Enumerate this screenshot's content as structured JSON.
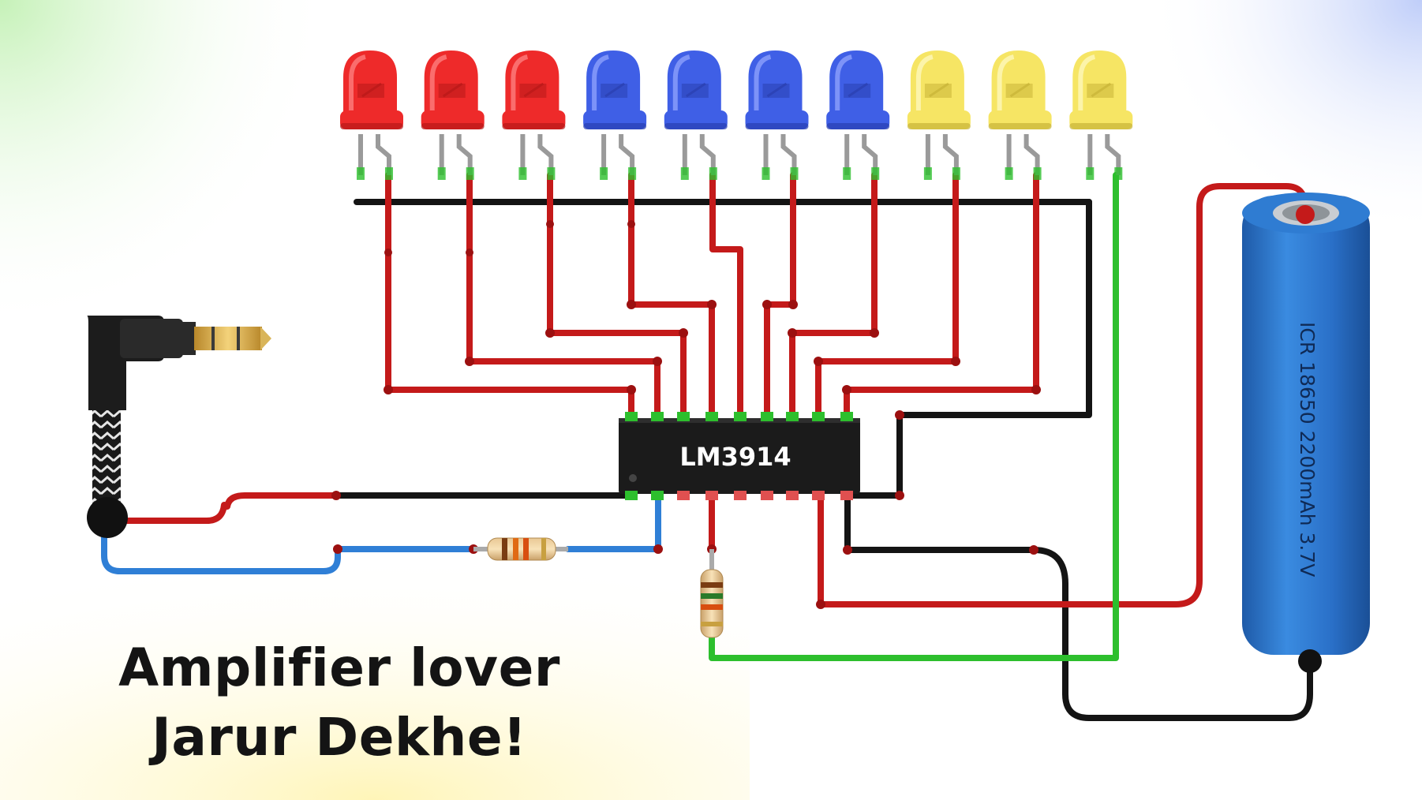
{
  "diagram": {
    "ic_label": "LM3914",
    "battery_label": "ICR 18650 2200mAh 3.7V",
    "caption": {
      "line1": "Amplifier lover",
      "line2": "Jarur Dekhe!"
    },
    "leds": [
      {
        "name": "led-red-1",
        "color": "red"
      },
      {
        "name": "led-red-2",
        "color": "red"
      },
      {
        "name": "led-red-3",
        "color": "red"
      },
      {
        "name": "led-blue-1",
        "color": "blue"
      },
      {
        "name": "led-blue-2",
        "color": "blue"
      },
      {
        "name": "led-blue-3",
        "color": "blue"
      },
      {
        "name": "led-blue-4",
        "color": "blue"
      },
      {
        "name": "led-yellow-1",
        "color": "yellow"
      },
      {
        "name": "led-yellow-2",
        "color": "yellow"
      },
      {
        "name": "led-yellow-3",
        "color": "yellow"
      }
    ],
    "colors": {
      "red_led": "#ee2a2a",
      "blue_led": "#3f5fe6",
      "yellow_led": "#f6e564",
      "wire_red": "#c41a1a",
      "wire_black": "#141414",
      "wire_blue": "#2f7fd6",
      "wire_green": "#2dbf2d",
      "battery": "#2a73cc"
    }
  }
}
